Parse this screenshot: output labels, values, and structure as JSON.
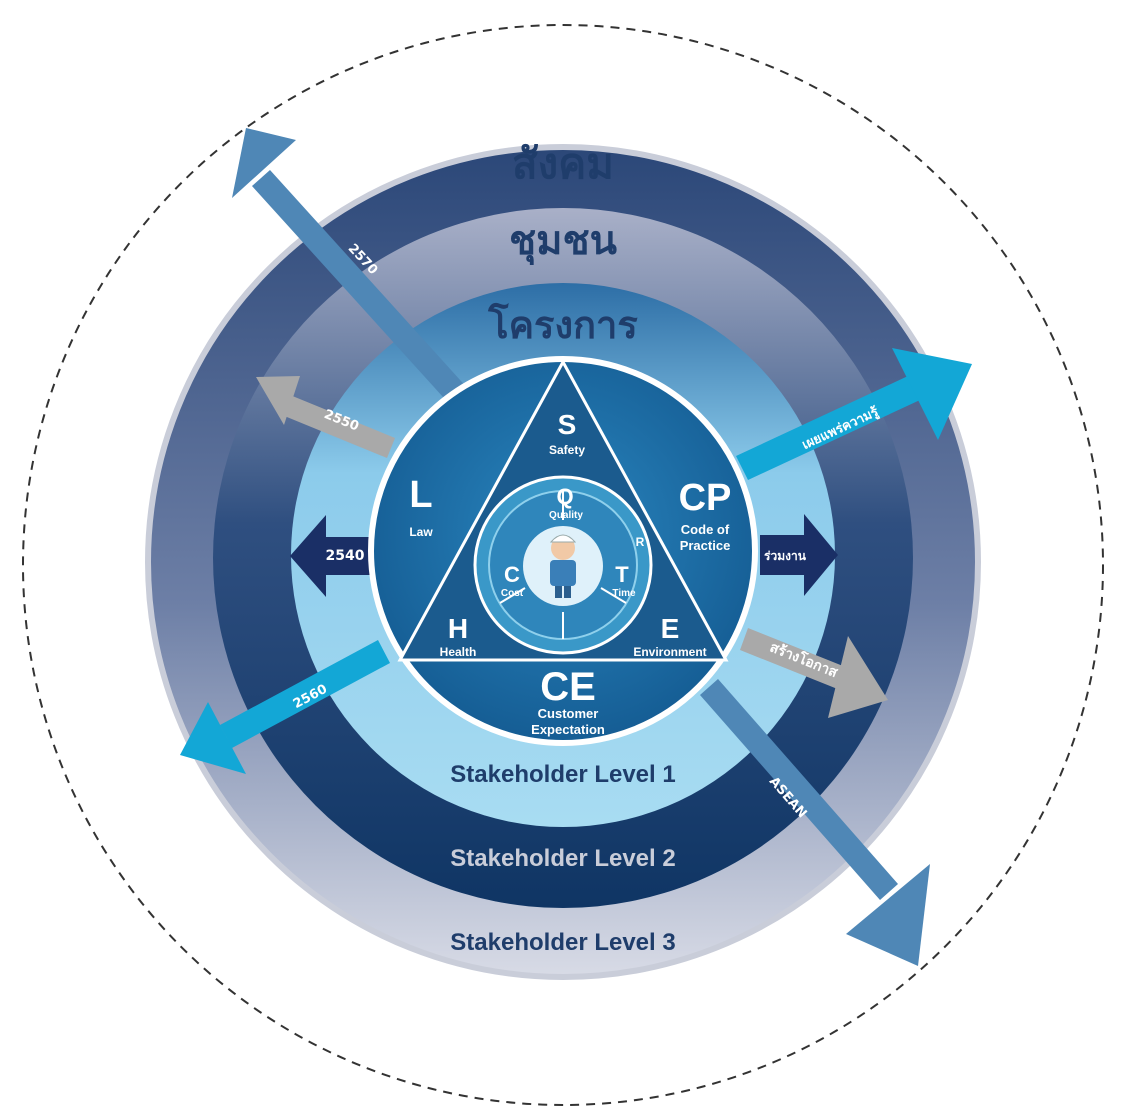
{
  "rings": {
    "outer_top": "สังคม",
    "middle_top": "ชุมชน",
    "inner_top": "โครงการ",
    "level1": "Stakeholder Level 1",
    "level2": "Stakeholder Level 2",
    "level3": "Stakeholder Level 3"
  },
  "triangle": {
    "S": "S",
    "S_label": "Safety",
    "H": "H",
    "H_label": "Health",
    "E": "E",
    "E_label": "Environment"
  },
  "outer_core": {
    "L": "L",
    "L_label": "Law",
    "CP": "CP",
    "CP_label1": "Code of",
    "CP_label2": "Practice",
    "CE": "CE",
    "CE_label1": "Customer",
    "CE_label2": "Expectation"
  },
  "inner_core": {
    "Q": "Q",
    "Q_label": "Quality",
    "C": "C",
    "C_label": "Cost",
    "T": "T",
    "T_label": "Time",
    "R": "R"
  },
  "arrows": {
    "a2570": "2570",
    "a2550": "2550",
    "a2540": "2540",
    "a2560": "2560",
    "share": "เผยแพร่ความรู้",
    "join": "ร่วมงาน",
    "opportunity": "สร้างโอกาส",
    "asean": "ASEAN"
  },
  "colors": {
    "outer_ring": "#1f3d6b",
    "level3_band": "#c9cdd9",
    "level2_band": "#15406f",
    "level1_band": "#8fd0ec",
    "core": "#1a6fa3",
    "triangle": "#1b5b8e",
    "inner_circle": "#3a98c8",
    "arrow_steel": "#4f87b6",
    "arrow_cyan": "#13a7d6",
    "arrow_gray": "#a9a9a9",
    "arrow_navy": "#1a2f66"
  }
}
